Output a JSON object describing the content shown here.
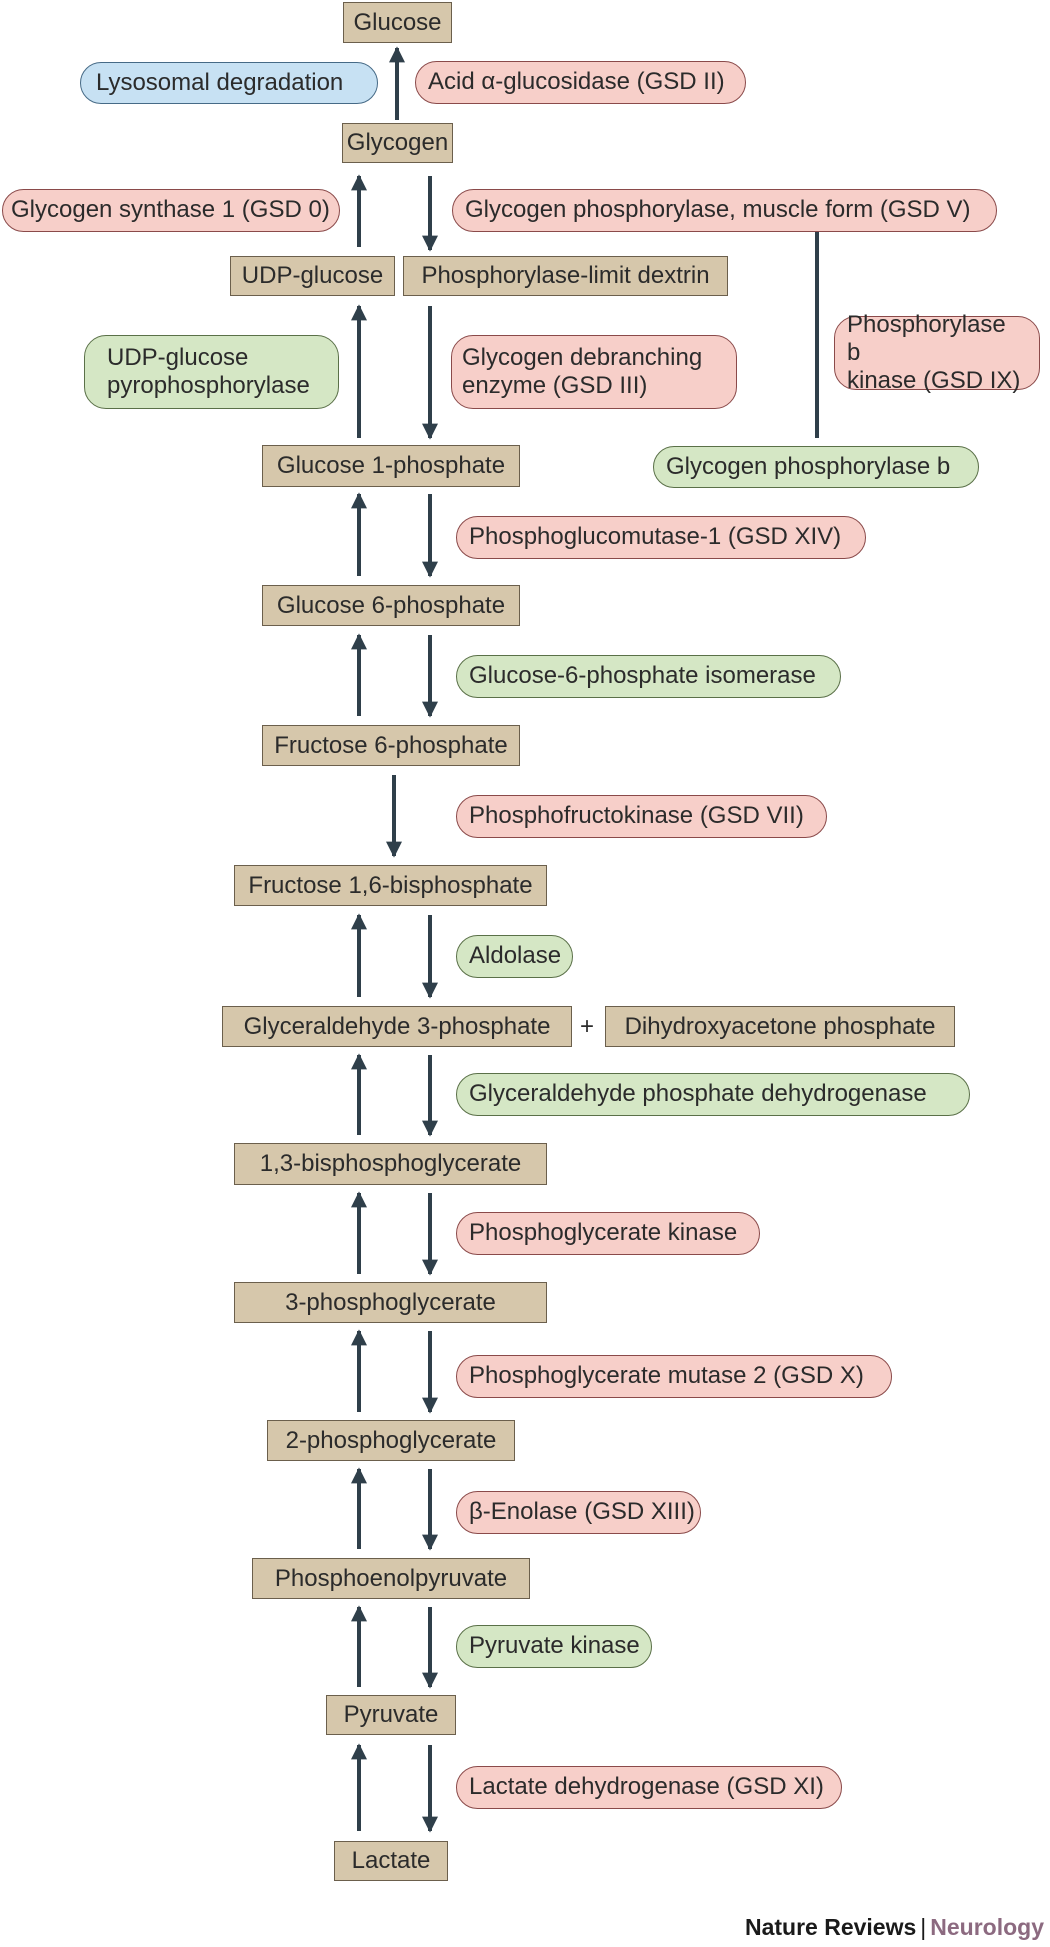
{
  "metabolites": {
    "glucose": "Glucose",
    "glycogen": "Glycogen",
    "udp_glucose": "UDP-glucose",
    "limit_dextrin": "Phosphorylase-limit dextrin",
    "g1p": "Glucose 1-phosphate",
    "g6p": "Glucose 6-phosphate",
    "f6p": "Fructose 6-phosphate",
    "f16bp": "Fructose 1,6-bisphosphate",
    "g3p": "Glyceraldehyde 3-phosphate",
    "dhap": "Dihydroxyacetone phosphate",
    "bpg13": "1,3-bisphosphoglycerate",
    "pg3": "3-phosphoglycerate",
    "pg2": "2-phosphoglycerate",
    "pep": "Phosphoenolpyruvate",
    "pyruvate": "Pyruvate",
    "lactate": "Lactate"
  },
  "plus_sign": "+",
  "enzymes": {
    "lysosomal": "Lysosomal degradation",
    "acid_glucosidase": "Acid α-glucosidase (GSD II)",
    "glycogen_synthase": "Glycogen synthase 1 (GSD 0)",
    "phosphorylase_muscle": "Glycogen phosphorylase, muscle form (GSD V)",
    "udp_pyrophosphorylase": "UDP-glucose\npyrophosphorylase",
    "debranching": "Glycogen debranching\nenzyme (GSD III)",
    "phosphorylase_b_kinase": "Phosphorylase b\nkinase (GSD IX)",
    "phosphorylase_b": "Glycogen phosphorylase b",
    "phosphoglucomutase": "Phosphoglucomutase-1 (GSD XIV)",
    "g6p_isomerase": "Glucose-6-phosphate isomerase",
    "phosphofructokinase": "Phosphofructokinase (GSD VII)",
    "aldolase": "Aldolase",
    "gapdh": "Glyceraldehyde phosphate dehydrogenase",
    "pgk": "Phosphoglycerate kinase",
    "pgam": "Phosphoglycerate mutase 2 (GSD X)",
    "enolase": "β-Enolase (GSD XIII)",
    "pyruvate_kinase": "Pyruvate kinase",
    "ldh": "Lactate dehydrogenase (GSD XI)"
  },
  "footer": {
    "journal": "Nature Reviews",
    "separator": "|",
    "section": "Neurology"
  },
  "colors": {
    "metabolite_fill": "#d6c7ab",
    "defect_enzyme": "#f7cfc9",
    "normal_enzyme": "#d5e7c5",
    "lysosomal": "#c7e1f3",
    "arrow": "#2f3f4a"
  }
}
